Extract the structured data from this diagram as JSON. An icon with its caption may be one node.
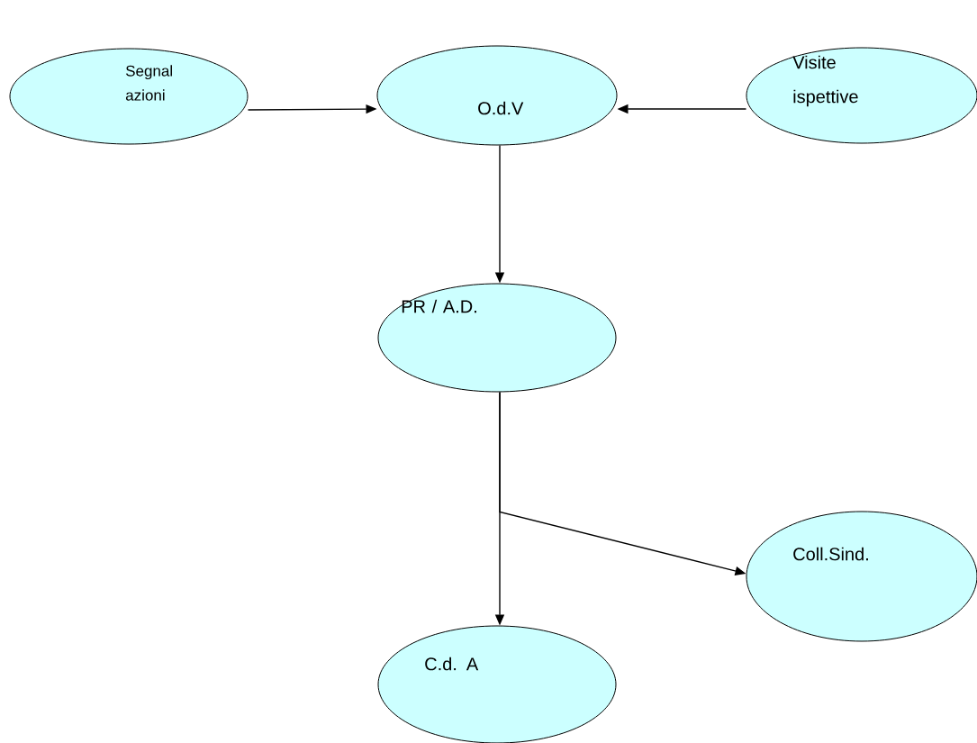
{
  "diagram": {
    "nodes": [
      {
        "text": [
          "Segnal azioni"
        ]
      },
      {
        "text": [
          "O.d.V"
        ]
      },
      {
        "text": [
          "Visite ispettive"
        ]
      },
      {
        "text": [
          "PR / A.D."
        ]
      },
      {
        "text": [
          "Coll.Sind."
        ]
      },
      {
        "text": [
          "C.d. A"
        ]
      }
    ],
    "edges": [
      {
        "from": 0,
        "to": 1,
        "arrow": "to"
      },
      {
        "from": 2,
        "to": 1,
        "arrow": "to"
      },
      {
        "from": 1,
        "to": 3,
        "arrow": "to"
      },
      {
        "from": 3,
        "to": 5,
        "arrow": "to"
      },
      {
        "from": 3,
        "to": 4,
        "arrow": "to"
      }
    ]
  }
}
